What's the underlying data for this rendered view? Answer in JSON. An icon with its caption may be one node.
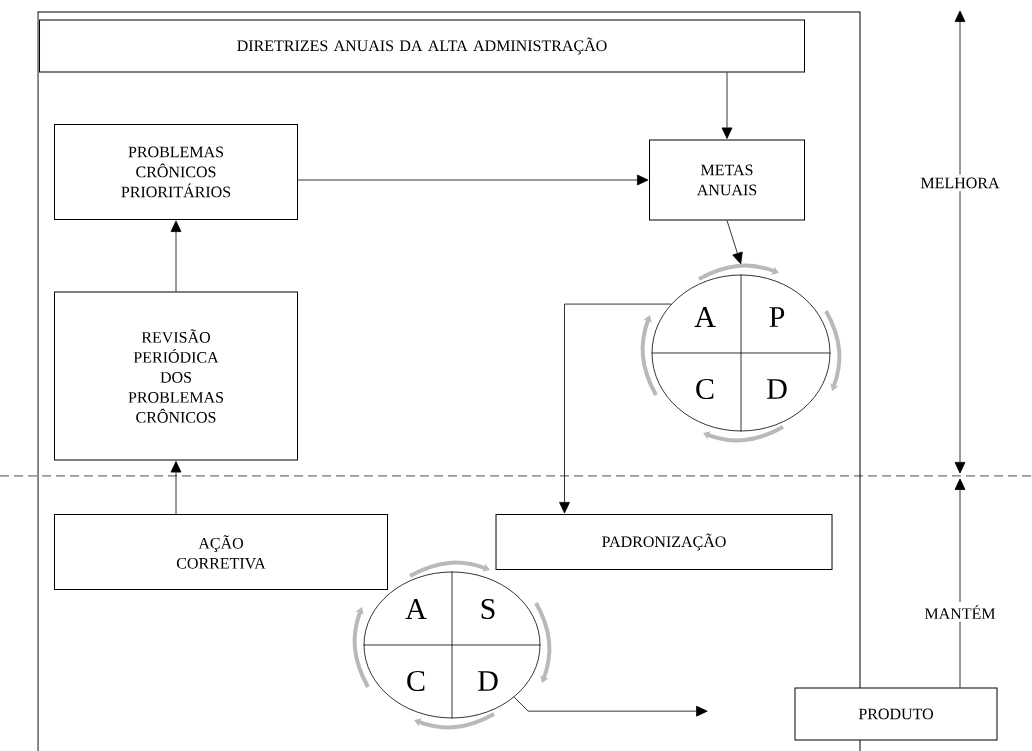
{
  "diagram": {
    "nodes": [
      {
        "text": [
          "DIRETRIZES ANUAIS DA ALTA ADMINISTRAÇÃO"
        ]
      },
      {
        "text": [
          "PROBLEMAS CRÔNICOS PRIORITÁRIOS"
        ]
      },
      {
        "text": [
          "METAS ANUAIS"
        ]
      },
      {
        "text": [
          "REVISÃO PERIÓDICA DOS PROBLEMAS CRÔNICOS"
        ]
      },
      {
        "text": [
          "A",
          "P",
          "C",
          "D"
        ]
      },
      {
        "text": [
          "AÇÃO CORRETIVA"
        ]
      },
      {
        "text": [
          "PADRONIZAÇÃO"
        ]
      },
      {
        "text": [
          "A",
          "S",
          "C",
          "D"
        ]
      },
      {
        "text": [
          "PRODUTO"
        ]
      }
    ],
    "edges": [
      {
        "from": 0,
        "to": 2,
        "arrow": "to"
      },
      {
        "from": 1,
        "to": 2,
        "arrow": "to"
      },
      {
        "from": 3,
        "to": 1,
        "arrow": "to"
      },
      {
        "from": 5,
        "to": 3,
        "arrow": "to"
      },
      {
        "from": 2,
        "to": 4,
        "arrow": "to"
      },
      {
        "from": 4,
        "to": 6,
        "arrow": "to"
      },
      {
        "from": 7,
        "to": null,
        "arrow": "to"
      },
      {
        "from": 8,
        "to": null,
        "arrow": "to",
        "label": "MANTÉM"
      }
    ],
    "labels": [
      "MELHORA"
    ]
  }
}
